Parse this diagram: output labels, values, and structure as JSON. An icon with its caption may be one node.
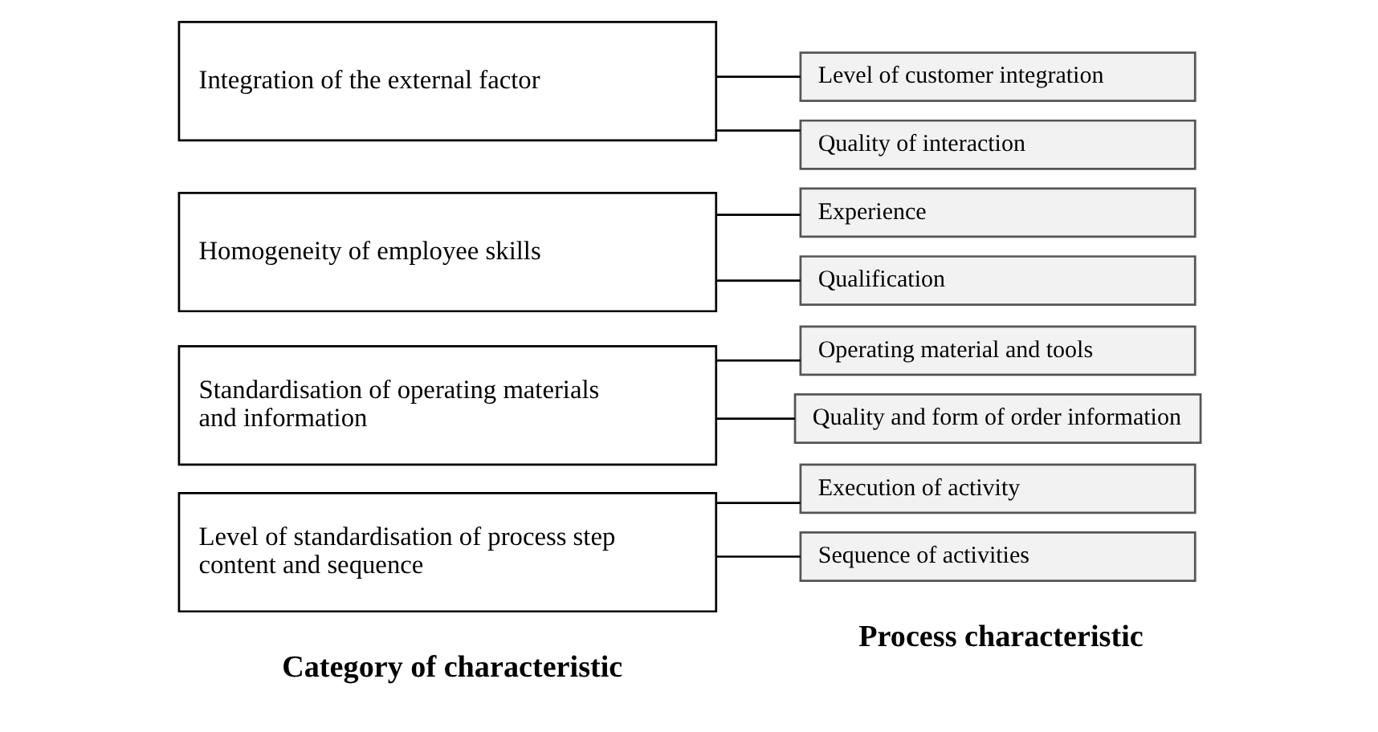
{
  "diagram": {
    "nodes": [
      {
        "text": [
          "Level of standardisation of process step content and sequence"
        ]
      },
      {
        "text": [
          "Execution of activity"
        ]
      },
      {
        "text": [
          "Sequence of activities"
        ]
      },
      {
        "text": [
          "Standardisation of operating materials and information"
        ]
      },
      {
        "text": [
          "Operating material and tools"
        ]
      },
      {
        "text": [
          "Quality and form of order information"
        ]
      },
      {
        "text": [
          "Homogeneity of employee skills"
        ]
      },
      {
        "text": [
          "Experience"
        ]
      },
      {
        "text": [
          "Qualification"
        ]
      },
      {
        "text": [
          "Integration of the external factor"
        ]
      },
      {
        "text": [
          "Level of customer integration"
        ]
      },
      {
        "text": [
          "Quality of interaction"
        ]
      }
    ],
    "edges": [
      {
        "from": 0,
        "to": 1,
        "arrow": "none"
      },
      {
        "from": 0,
        "to": 2,
        "arrow": "none"
      },
      {
        "from": 3,
        "to": 4,
        "arrow": "none"
      },
      {
        "from": 3,
        "to": 5,
        "arrow": "none"
      },
      {
        "from": 6,
        "to": 7,
        "arrow": "none"
      },
      {
        "from": 6,
        "to": 8,
        "arrow": "none"
      },
      {
        "from": 9,
        "to": 10,
        "arrow": "none"
      },
      {
        "from": 9,
        "to": 11,
        "arrow": "none"
      }
    ],
    "labels": [
      "Category of characteristic",
      "Process characteristic"
    ]
  }
}
